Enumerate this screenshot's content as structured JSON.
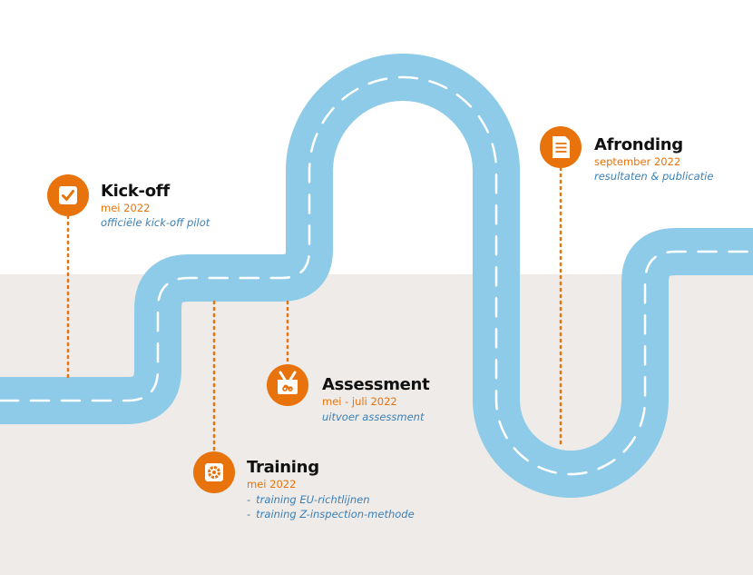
{
  "colors": {
    "road": "#8ecbe8",
    "road_marking": "#ffffff",
    "accent": "#e8730c",
    "title_text": "#111111",
    "description_text": "#3c7fb5",
    "background_top": "#ffffff",
    "background_bottom": "#efebe8"
  },
  "milestones": {
    "kickoff": {
      "icon": "checkbox-icon",
      "title": "Kick-off",
      "date": "mei 2022",
      "description": "officiële kick-off pilot"
    },
    "training": {
      "icon": "gear-icon",
      "title": "Training",
      "date": "mei 2022",
      "items": [
        "training EU-richtlijnen",
        "training Z-inspection-methode"
      ]
    },
    "assessment": {
      "icon": "tools-icon",
      "title": "Assessment",
      "date": "mei - juli 2022",
      "description": "uitvoer assessment"
    },
    "afronding": {
      "icon": "document-icon",
      "title": "Afronding",
      "date": "september 2022",
      "description": "resultaten & publicatie"
    }
  }
}
